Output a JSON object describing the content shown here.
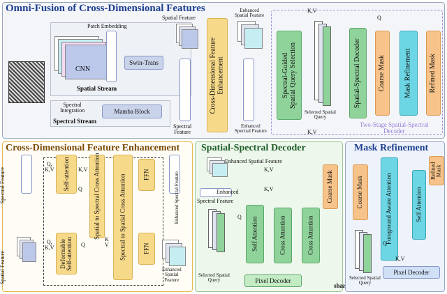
{
  "top": {
    "title": "Omni-Fusion of Cross-Dimensional Features",
    "patch_embedding": "Patch Embedding",
    "cnn": "CNN",
    "swin": "Swin-Trans",
    "spatial_stream": "Spatial Stream",
    "spectral_integration": "Spectral\nIntegration",
    "spectral_stream": "Spectral Stream",
    "mamba": "Mamba Block",
    "spatial_feature": "Spatial Feature",
    "spectral_feature": "Spectral\nFeature",
    "cdfe": "Cross-Dimensional Feature\nEnhancement",
    "enh_spatial": "Enhanced\nSpatial Feature",
    "enh_spectral": "Enhanced\nSpectral Feature",
    "kv1": "K,V",
    "q1": "Q",
    "kv2": "K,V",
    "sgqs": "Spectral-Guided\nSpatial Query Selection",
    "selected_query": "Selected Spatial\nQuery",
    "ssd": "Spatial-Spectral Decoder",
    "coarse": "Coarse Mask",
    "refine": "Mask Refinement",
    "refined": "Refined Mask",
    "two_stage": "Two-Stage Spatial-Spectral\nDecoder"
  },
  "cdfe_panel": {
    "title": "Cross-Dimensional Feature Enhancement",
    "spectral_feature": "Spectral Feature",
    "spatial_feature": "Spatial Feature",
    "qkv1": "Q,\nK,V",
    "qkv2": "Q,\nK,V",
    "self_attention": "Self-attention",
    "deformable": "Deformable\nSelf-attention",
    "kv": "K,V",
    "q": "Q",
    "q2": "Q",
    "kv2": "K\nV",
    "s2sp": "Spatial to Spectral Cross Attention",
    "sp2s": "Spectral to Spatial Cross Attention",
    "ffn1": "FFN",
    "ffn2": "FFN",
    "enh_spectral": "Enhanced Spectral Feature",
    "enh_spatial": "Enhanced\nSpatial\nFeature"
  },
  "ssd_panel": {
    "title": "Spatial-Spectral Decoder",
    "enh_spatial": "Enhanced Spatial Feature",
    "kv1": "K,V",
    "enh_spectral_a": "Enhanced",
    "enh_spectral_b": "Spectral Feature",
    "kv2": "K,V",
    "q": "Q",
    "self_attention": "Self Attention",
    "cross1": "Cross Attention",
    "cross2": "Cross Attention",
    "coarse": "Coarse Mask",
    "selected": "Selected Spatial\nQuery",
    "pixel": "Pixel Decoder",
    "share": "share"
  },
  "mr_panel": {
    "title": "Mask Refinement",
    "coarse": "Coarse Mask",
    "fg": "Foreground Aware Attention",
    "self_attention": "Self Attention",
    "refined": "Refined\nMask",
    "q": "Q",
    "kv": "K,V",
    "selected": "Selected Spatial\nQuery",
    "pixel": "Pixel Decoder"
  },
  "colors": {
    "title_blue": "#1e3f8f",
    "title_brown": "#7a4a05",
    "title_green": "#1f5f2a",
    "yellow_panel_border": "#e8b84a",
    "green_panel_bg": "#eef7ec",
    "blue_panel_bg": "#eef3fb",
    "coarse_orange": "#f7c38a",
    "refine_teal": "#6cd6e4",
    "cdfe_yellow": "#f7d98a",
    "green_block": "#8fd29a"
  }
}
